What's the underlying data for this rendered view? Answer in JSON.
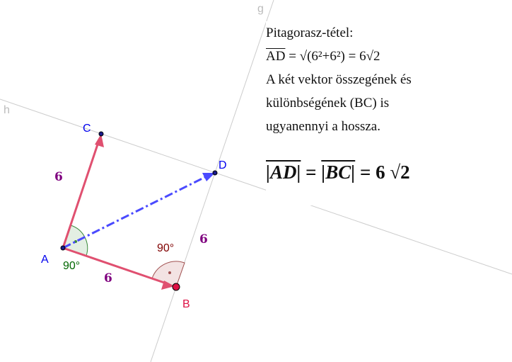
{
  "lines": {
    "g": "g",
    "h": "h"
  },
  "points": {
    "A": "A",
    "B": "B",
    "C": "C",
    "D": "D"
  },
  "lengths": {
    "AC": "6",
    "AB": "6",
    "BD": "6"
  },
  "angles": {
    "A": "90°",
    "B": "90°"
  },
  "text": {
    "line1": "Pitagorasz-tétel:",
    "line2_vec": "AD",
    "line2_eq": " = √(6²+6²) = 6√2",
    "line3": "A két vektor összegének és",
    "line4": "különbségének  (BC) is",
    "line5": "ugyanennyi a hossza.",
    "formula_ad": "|AD|",
    "formula_bc": "|BC|",
    "formula_rest": "= 6 √2",
    "formula_eq": "="
  },
  "colors": {
    "vector": "#e05070",
    "dashed": "#4a4aff",
    "angleA": "#006600",
    "angleB": "#800000",
    "length": "#7f007f",
    "points": "#0000ff"
  }
}
